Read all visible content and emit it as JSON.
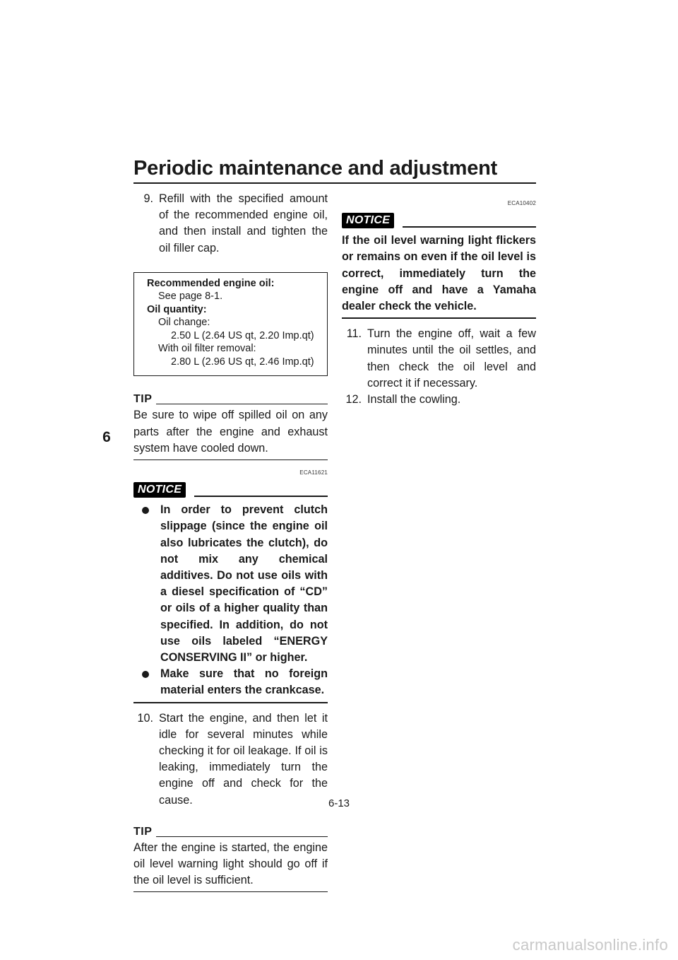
{
  "header": {
    "title": "Periodic maintenance and adjustment"
  },
  "chapter_tab": "6",
  "left": {
    "step9": {
      "num": "9.",
      "text": "Refill with the specified amount of the recommended engine oil, and then install and tighten the oil filler cap."
    },
    "spec": {
      "rec_label": "Recommended engine oil:",
      "rec_value": "See page 8-1.",
      "qty_label": "Oil quantity:",
      "change_label": "Oil change:",
      "change_value": "2.50 L (2.64 US qt, 2.20 Imp.qt)",
      "filter_label": "With oil filter removal:",
      "filter_value": "2.80 L (2.96 US qt, 2.46 Imp.qt)"
    },
    "tip1": {
      "label": "TIP",
      "text": "Be sure to wipe off spilled oil on any parts after the engine and exhaust system have cooled down."
    },
    "notice1": {
      "code": "ECA11621",
      "badge": "NOTICE",
      "bullets": [
        "In order to prevent clutch slippage (since the engine oil also lubricates the clutch), do not mix any chemical additives. Do not use oils with a diesel specification of “CD” or oils of a higher quality than specified. In addition, do not use oils labeled “ENERGY CONSERVING II” or higher.",
        "Make sure that no foreign material enters the crankcase."
      ]
    },
    "step10": {
      "num": "10.",
      "text": "Start the engine, and then let it idle for several minutes while checking it for oil leakage. If oil is leaking, immediately turn the engine off and check for the cause."
    },
    "tip2": {
      "label": "TIP",
      "text": "After the engine is started, the engine oil level warning light should go off if the oil level is sufficient."
    }
  },
  "right": {
    "notice2": {
      "code": "ECA10402",
      "badge": "NOTICE",
      "text": "If the oil level warning light flickers or remains on even if the oil level is correct, immediately turn the engine off and have a Yamaha dealer check the vehicle."
    },
    "step11": {
      "num": "11.",
      "text": "Turn the engine off, wait a few minutes until the oil settles, and then check the oil level and correct it if necessary."
    },
    "step12": {
      "num": "12.",
      "text": "Install the cowling."
    }
  },
  "footer": {
    "page": "6-13",
    "watermark": "carmanualsonline.info"
  }
}
